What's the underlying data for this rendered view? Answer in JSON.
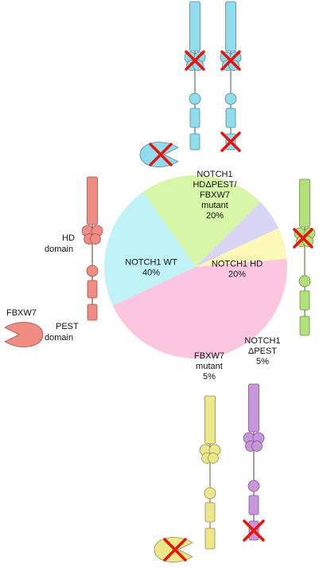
{
  "chart_data": {
    "type": "pie",
    "slices": [
      {
        "label_lines": [
          "NOTCH1",
          "HDΔPEST/",
          "FBXW7",
          "mutant",
          "20%"
        ],
        "value": 20,
        "color": "#bff3f7"
      },
      {
        "label_lines": [
          "NOTCH1 HD",
          "20%"
        ],
        "value": 20,
        "color": "#d8f6a8"
      },
      {
        "label_lines": [
          "NOTCH1",
          "ΔPEST",
          "5%"
        ],
        "value": 5,
        "color": "#d8d6f4"
      },
      {
        "label_lines": [
          "FBXW7",
          "mutant",
          "5%"
        ],
        "value": 5,
        "color": "#fbf8b8"
      },
      {
        "label_lines": [
          "NOTCH1 WT",
          "40%"
        ],
        "value": 40,
        "color": "#fcc6e0"
      }
    ]
  },
  "legend": {
    "fbxw7": "FBXW7",
    "hd_domain": [
      "HD",
      "domain"
    ],
    "pest_domain": [
      "PEST",
      "domain"
    ]
  },
  "colors": {
    "wt": "#f08c82",
    "hd": "#b4e07a",
    "dual": "#8fdcec",
    "fbxw7_mutant": "#ece788",
    "dpest": "#c796dc",
    "cross": "#e8140a"
  }
}
